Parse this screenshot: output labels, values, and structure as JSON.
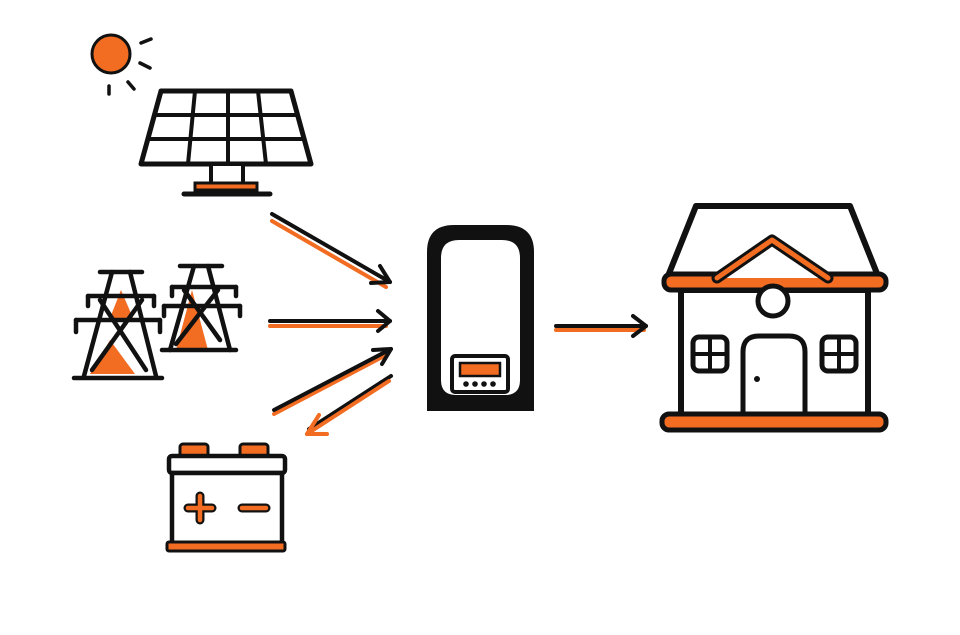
{
  "colors": {
    "background": "#ffffff",
    "outline": "#111111",
    "accent": "#f26c22",
    "fill_light": "#ffffff"
  },
  "nodes": [
    {
      "id": "sun",
      "icon": "sun-icon"
    },
    {
      "id": "solar-panel",
      "icon": "solar-panel-icon"
    },
    {
      "id": "power-grid",
      "icon": "transmission-tower-icon"
    },
    {
      "id": "battery",
      "icon": "battery-icon",
      "terminals": [
        "+",
        "−"
      ]
    },
    {
      "id": "inverter",
      "icon": "inverter-icon"
    },
    {
      "id": "house",
      "icon": "house-icon"
    }
  ],
  "edges": [
    {
      "from": "solar-panel",
      "to": "inverter"
    },
    {
      "from": "power-grid",
      "to": "inverter"
    },
    {
      "from": "battery",
      "to": "inverter"
    },
    {
      "from": "inverter",
      "to": "battery"
    },
    {
      "from": "inverter",
      "to": "house"
    }
  ]
}
